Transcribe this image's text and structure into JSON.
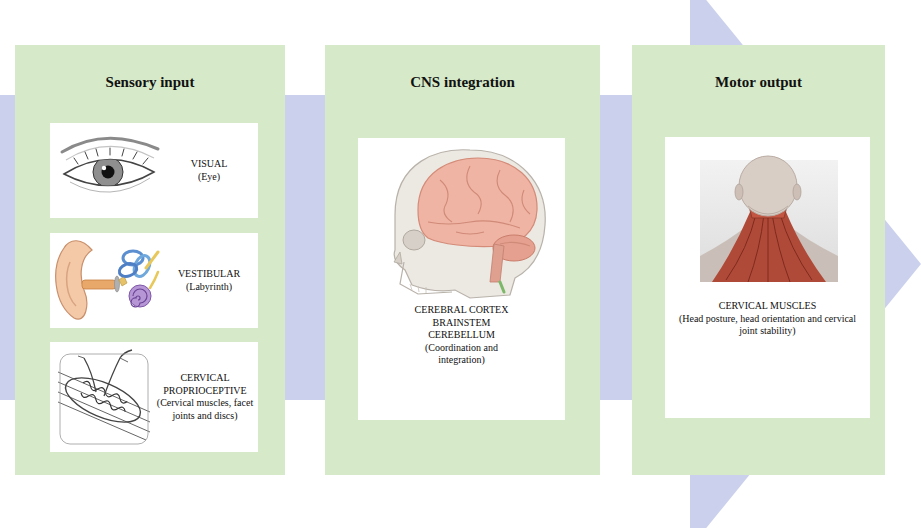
{
  "diagram": {
    "nodes": [
      {
        "text": [
          "Sensory input"
        ]
      },
      {
        "text": [
          "VISUAL",
          "(Eye)"
        ],
        "in": 0
      },
      {
        "text": [
          "VESTIBULAR",
          "(Labyrinth)"
        ],
        "in": 0
      },
      {
        "text": [
          "CERVICAL PROPRIOCEPTIVE",
          "(Cervical muscles, facet joints and discs)"
        ],
        "in": 0
      },
      {
        "text": [
          "CNS integration"
        ]
      },
      {
        "text": [
          "CEREBRAL CORTEX BRAINSTEM CEREBELLUM",
          "(Coordination and integration)"
        ],
        "in": 4
      },
      {
        "text": [
          "Motor output"
        ]
      },
      {
        "text": [
          "CERVICAL MUSCLES",
          "(Head posture, head orientation and cervical joint stability)"
        ],
        "in": 6
      }
    ]
  }
}
